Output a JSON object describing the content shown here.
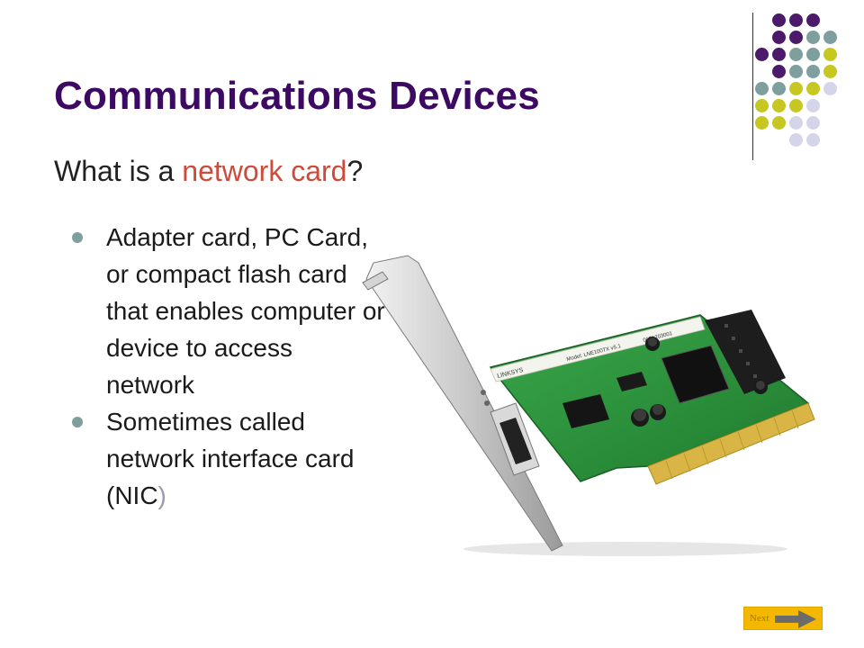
{
  "slide": {
    "title": "Communications Devices",
    "subtitle": {
      "prefix": "What is a ",
      "highlight": "network card",
      "suffix": "?"
    },
    "bullets": [
      "Adapter card, PC Card, or compact flash card that enables computer or device to access network",
      {
        "main": "Sometimes called network interface card (NIC",
        "paren": ")"
      }
    ],
    "card_text": {
      "brand": "LINKSYS",
      "model": "Model: LNE100TX v5.1",
      "serial": "0051203001"
    },
    "next_button": {
      "label": "Next",
      "icon": "right-arrow-icon"
    }
  },
  "colors": {
    "title": "#3d0a63",
    "accent": "#cc4b3a",
    "bullet": "#7e9f9d",
    "dot_purple": "#4b1a6b",
    "dot_teal": "#7e9f9d",
    "dot_olive": "#c7c722",
    "dot_lavender": "#d5d5ea",
    "next_button": "#f5b800"
  }
}
